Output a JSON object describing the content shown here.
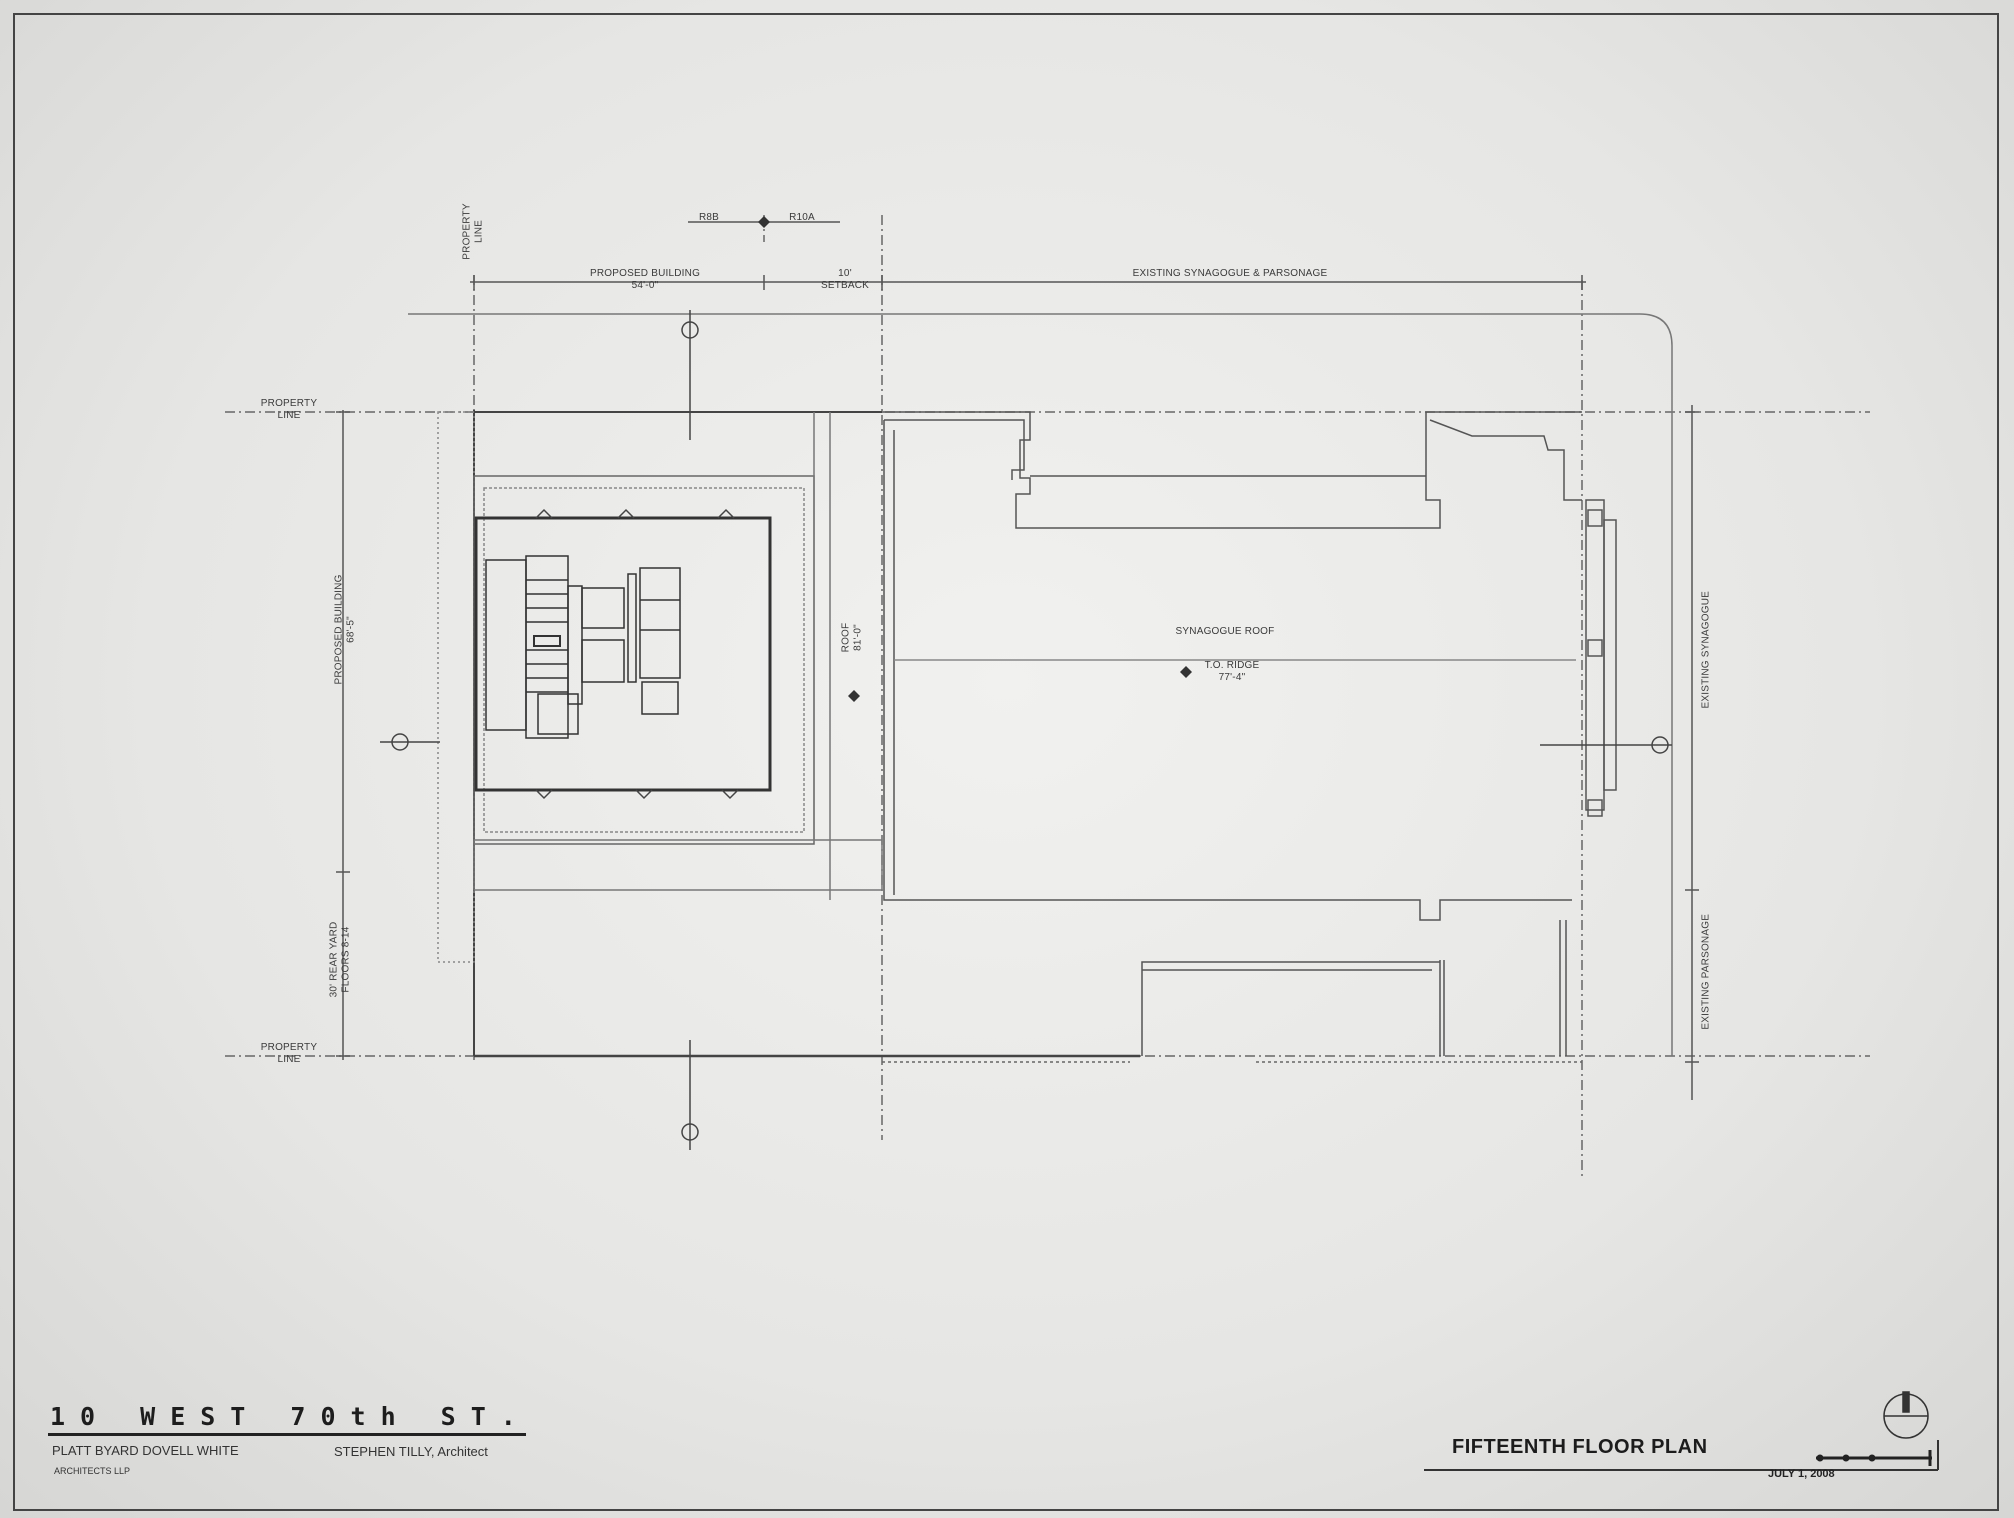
{
  "drawing": {
    "property_line_top": "PROPERTY\nLINE",
    "property_line_left_upper": "PROPERTY\nLINE",
    "property_line_left_lower": "PROPERTY\nLINE",
    "zone_left": "R8B",
    "zone_right": "R10A",
    "proposed_building_width": "PROPOSED BUILDING\n54'-0\"",
    "setback": "10'\nSETBACK",
    "existing_synagogue_parsonage": "EXISTING SYNAGOGUE & PARSONAGE",
    "proposed_building_depth": "PROPOSED BUILDING\n68'-5\"",
    "rear_yard": "30' REAR YARD\nFLOORS 8-14",
    "roof_elevation": "ROOF\n81'-0\"",
    "synagogue_roof": "SYNAGOGUE ROOF",
    "ridge": "T.O. RIDGE\n77'-4\"",
    "existing_synagogue": "EXISTING SYNAGOGUE",
    "existing_parsonage": "EXISTING PARSONAGE"
  },
  "title_block": {
    "project": "10 WEST 70th ST.",
    "firm_line1": "PLATT BYARD DOVELL WHITE",
    "firm_line2": "ARCHITECTS LLP",
    "architect": "STEPHEN TILLY, Architect",
    "sheet_title": "FIFTEENTH FLOOR PLAN",
    "date": "JULY 1, 2008",
    "north_arrow": "north-arrow-icon",
    "scale_bar": "scale-bar-icon"
  }
}
